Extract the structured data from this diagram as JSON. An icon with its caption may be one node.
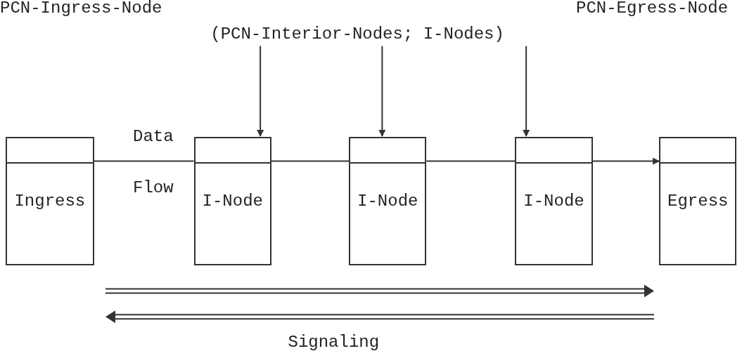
{
  "diagram": {
    "nodes": [
      {
        "text": [
          "(PCN-Interior-Nodes; I-Nodes)"
        ]
      },
      {
        "text": [
          "Ingress"
        ]
      },
      {
        "text": [
          "I-Node"
        ]
      },
      {
        "text": [
          "I-Node"
        ]
      },
      {
        "text": [
          "I-Node"
        ]
      },
      {
        "text": [
          "Egress"
        ]
      }
    ],
    "edges": [
      {
        "from": 0,
        "to": 2,
        "arrow": "to"
      },
      {
        "from": 0,
        "to": 3,
        "arrow": "to"
      },
      {
        "from": 0,
        "to": 4,
        "arrow": "to"
      },
      {
        "from": 1,
        "to": 2,
        "arrow": "none"
      },
      {
        "from": 2,
        "to": 3,
        "arrow": "none"
      },
      {
        "from": 3,
        "to": 4,
        "arrow": "none"
      },
      {
        "from": 4,
        "to": 5,
        "arrow": "to"
      }
    ],
    "labels": [
      "PCN-Ingress-Node",
      "PCN-Egress-Node",
      "Data",
      "Flow",
      "Signaling"
    ]
  }
}
